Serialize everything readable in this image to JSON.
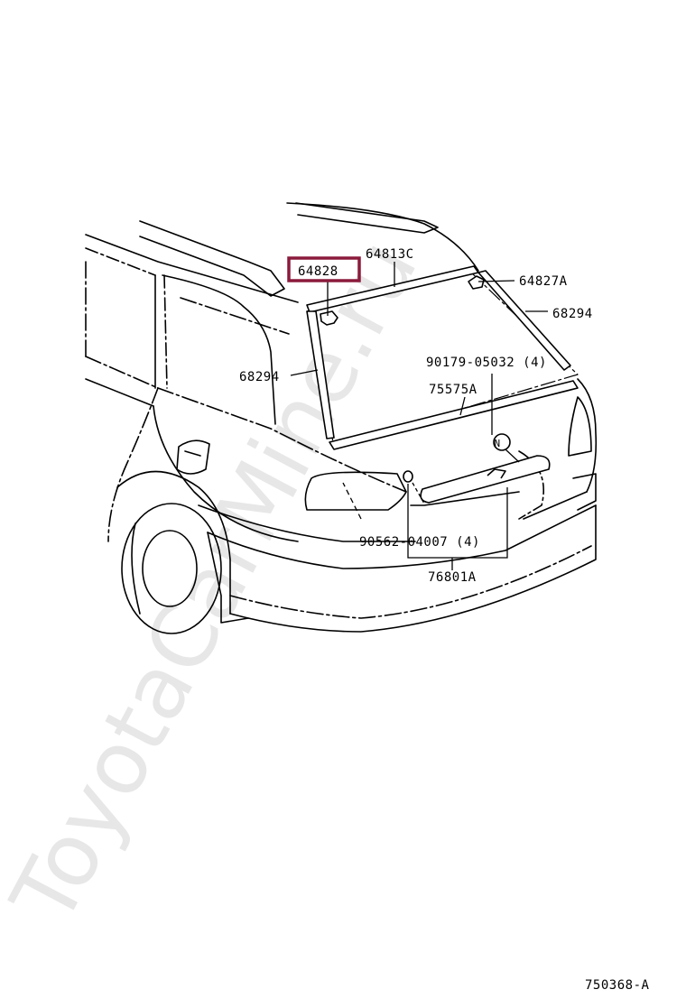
{
  "watermark": "ToyotaCarMine.ru",
  "colors": {
    "highlight": "#8b1a3c",
    "line": "#000000",
    "watermark": "#e7e7e7"
  },
  "labels": {
    "p64828": "64828",
    "p64813c": "64813C",
    "p64827a": "64827A",
    "p68294_right": "68294",
    "p68294_left": "68294",
    "p90179": "90179-05032 (4)",
    "p75575a": "75575A",
    "p90562": "90562-04007 (4)",
    "p76801a": "76801A",
    "clip_n": "N"
  },
  "diagram_id": "750368-A"
}
